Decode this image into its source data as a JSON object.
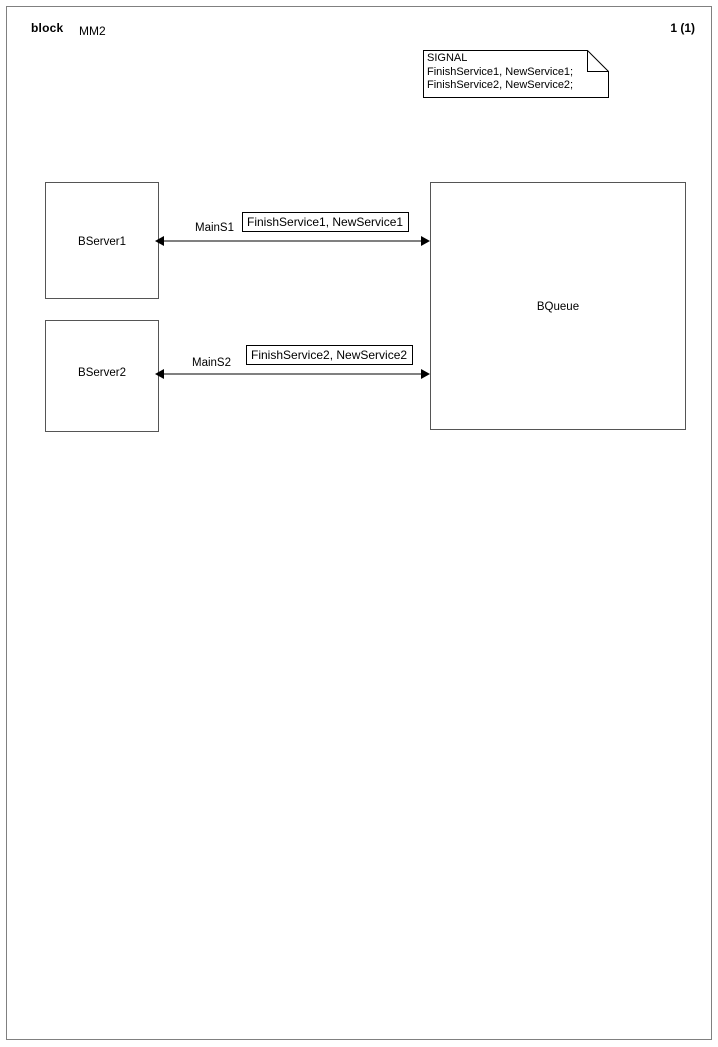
{
  "header": {
    "kind": "block",
    "name": "MM2",
    "page": "1 (1)"
  },
  "note": {
    "text": "SIGNAL\nFinishService1, NewService1;\nFinishService2, NewService2;"
  },
  "blocks": [
    {
      "id": "bserver1",
      "label": "BServer1"
    },
    {
      "id": "bserver2",
      "label": "BServer2"
    },
    {
      "id": "bqueue",
      "label": "BQueue"
    }
  ],
  "channels": [
    {
      "id": "MainS1",
      "name": "MainS1",
      "signals": "FinishService1, NewService1",
      "from": "BServer1",
      "to": "BQueue",
      "bidirectional": true
    },
    {
      "id": "MainS2",
      "name": "MainS2",
      "signals": "FinishService2, NewService2",
      "from": "BServer2",
      "to": "BQueue",
      "bidirectional": true
    }
  ],
  "colors": {
    "frame": "#808080",
    "block_border": "#555555",
    "line": "#808080",
    "arrow": "#000000",
    "text": "#000000",
    "background": "#ffffff"
  }
}
